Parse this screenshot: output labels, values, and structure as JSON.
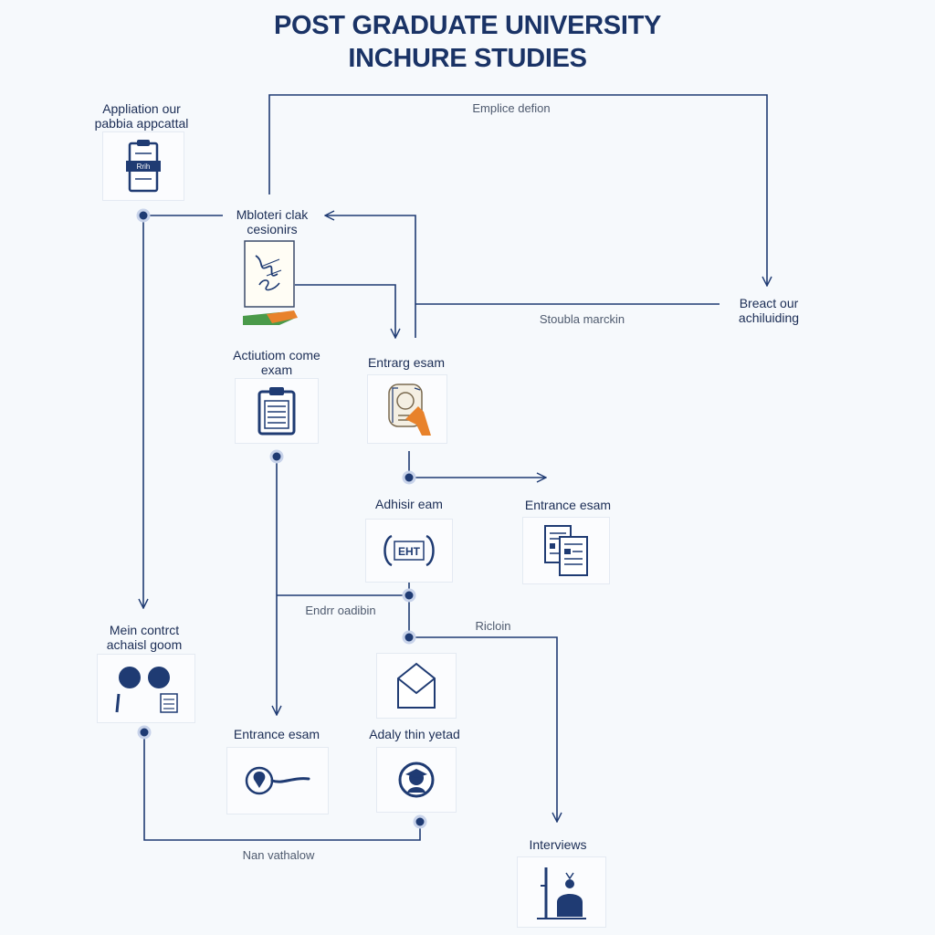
{
  "title": {
    "line1": "POST GRADUATE UNIVERSITY",
    "line2": "INCHURE STUDIES"
  },
  "nodes": {
    "application": {
      "label_line1": "Appliation our",
      "label_line2": "pabbia appcattal",
      "icon": "clipboard-form-icon",
      "icon_text": "Rrih"
    },
    "mbloteri": {
      "label_line1": "Mbloteri clak",
      "label_line2": "cesionirs",
      "icon": "signed-document-hand-icon"
    },
    "actiutiom": {
      "label_line1": "Actiutiom come",
      "label_line2": "exam",
      "icon": "clipboard-icon"
    },
    "entrarg_exam": {
      "label": "Entrarg esam",
      "icon": "certificate-hand-icon"
    },
    "breact_our": {
      "label_line1": "Breact our",
      "label_line2": "achiluiding"
    },
    "adhisir_exam": {
      "label": "Adhisir eam",
      "icon": "exam-brackets-icon",
      "icon_text": "EHT"
    },
    "entrance_exam_right": {
      "label": "Entrance esam",
      "icon": "documents-icon"
    },
    "mein_contrect": {
      "label_line1": "Mein contrct",
      "label_line2": "achaisl goom",
      "icon": "group-interview-icon"
    },
    "envelope_node": {
      "icon": "envelope-icon"
    },
    "entrance_exam_bottom": {
      "label": "Entrance esam",
      "icon": "location-pin-icon"
    },
    "adaly": {
      "label": "Adaly thin yetad",
      "icon": "graduate-avatar-icon"
    },
    "interviews": {
      "label": "Interviews",
      "icon": "interview-podium-icon"
    }
  },
  "edge_labels": {
    "emplice_defion": "Emplice defion",
    "stoubla_marckin": "Stoubla marckin",
    "endrr_oadibin": "Endrr oadibin",
    "ricloin": "Ricloin",
    "nan_vathalow": "Nan vathalow"
  },
  "colors": {
    "line": "#1f3b73",
    "dot": "#1f3b73",
    "title": "#1a3366",
    "accent_orange": "#e8822b",
    "accent_green": "#4a9a4a"
  }
}
